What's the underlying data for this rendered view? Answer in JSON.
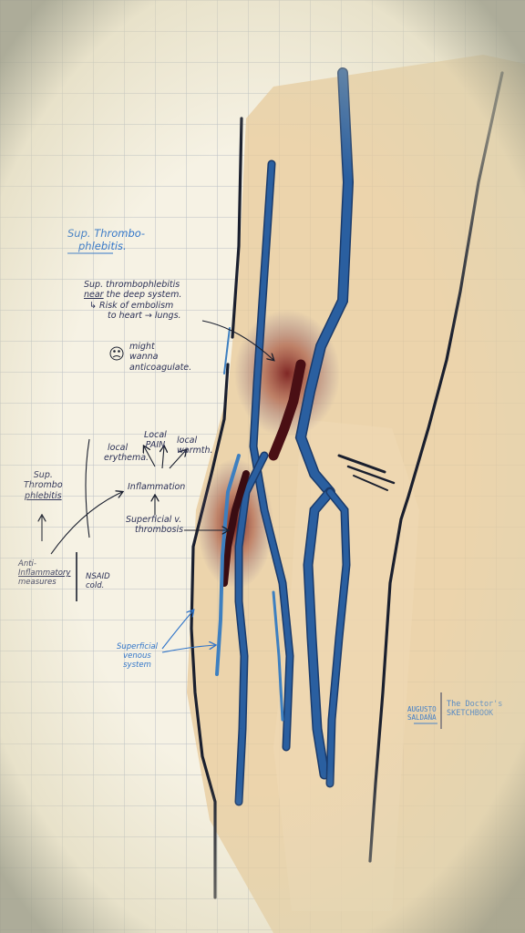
{
  "title": {
    "line1": "Sup. Thrombo-",
    "line2": "phlebitis."
  },
  "risk_note": {
    "line1": "Sup. thrombophlebitis",
    "line2_underlined": "near",
    "line2_rest": " the deep system.",
    "line3": "↳ Risk of embolism",
    "line4": "to heart → lungs."
  },
  "anticoag_note": {
    "line1": "might",
    "line2": "wanna",
    "line3": "anticoagulate."
  },
  "signs": {
    "local_erythema": [
      "local",
      "erythema."
    ],
    "local_pain": [
      "Local",
      "PAIN"
    ],
    "local_warmth": [
      "local",
      "warmth."
    ],
    "inflammation": "Inflammation",
    "superficial_thrombosis": [
      "Superficial v.",
      "thrombosis"
    ]
  },
  "sup_thrombophlebitis": [
    "Sup.",
    "Thrombo",
    "phlebitis"
  ],
  "measures": {
    "anti": [
      "Anti-",
      "Inflammatory",
      "measures"
    ],
    "nsaid": [
      "NSAID",
      "cold."
    ]
  },
  "superficial_system": [
    "Superficial",
    "venous",
    "system"
  ],
  "credits": {
    "author": [
      "AUGUSTO",
      "SALDAÑA"
    ],
    "brand": [
      "The Doctor's",
      "SKETCHBOOK"
    ]
  },
  "colors": {
    "vein": "#2a5fa0",
    "vein_light": "#3d7fc0",
    "skin": "#e8c99a",
    "grid": "#b9bfc4",
    "ink": "#1a1f2e",
    "bruise": "#8a2a20",
    "accent": "#2f74c9"
  }
}
